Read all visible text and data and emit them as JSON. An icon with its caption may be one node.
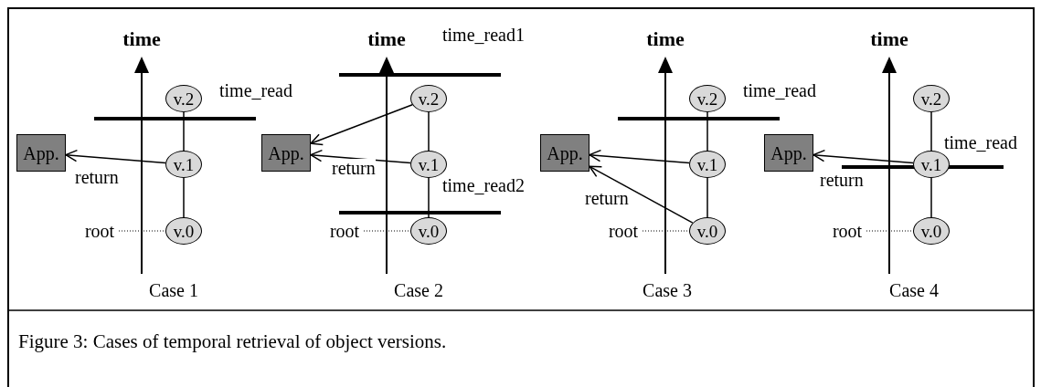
{
  "diagram": {
    "caption": "Figure 3: Cases of temporal retrieval of object versions.",
    "nodes": [
      {
        "text": [
          "App."
        ]
      },
      {
        "text": [
          "v.2"
        ]
      },
      {
        "text": [
          "v.1"
        ]
      },
      {
        "text": [
          "v.0"
        ]
      },
      {
        "text": [
          "root"
        ]
      },
      {
        "text": [
          "App."
        ]
      },
      {
        "text": [
          "v.2"
        ]
      },
      {
        "text": [
          "v.1"
        ]
      },
      {
        "text": [
          "v.0"
        ]
      },
      {
        "text": [
          "root"
        ]
      },
      {
        "text": [
          "App."
        ]
      },
      {
        "text": [
          "v.2"
        ]
      },
      {
        "text": [
          "v.1"
        ]
      },
      {
        "text": [
          "v.0"
        ]
      },
      {
        "text": [
          "root"
        ]
      },
      {
        "text": [
          "App."
        ]
      },
      {
        "text": [
          "v.2"
        ]
      },
      {
        "text": [
          "v.1"
        ]
      },
      {
        "text": [
          "v.0"
        ]
      },
      {
        "text": [
          "root"
        ]
      }
    ],
    "edges": [
      {
        "from": 3,
        "to": 2,
        "arrow": "none"
      },
      {
        "from": 2,
        "to": 1,
        "arrow": "none"
      },
      {
        "from": 2,
        "to": 0,
        "arrow": "to",
        "label": "return"
      },
      {
        "from": 4,
        "to": 3,
        "arrow": "none",
        "style": "dashed"
      },
      {
        "from": 8,
        "to": 7,
        "arrow": "none"
      },
      {
        "from": 7,
        "to": 6,
        "arrow": "none"
      },
      {
        "from": 6,
        "to": 5,
        "arrow": "to"
      },
      {
        "from": 7,
        "to": 5,
        "arrow": "to",
        "label": "return"
      },
      {
        "from": 9,
        "to": 8,
        "arrow": "none",
        "style": "dashed"
      },
      {
        "from": 13,
        "to": 12,
        "arrow": "none"
      },
      {
        "from": 12,
        "to": 11,
        "arrow": "none"
      },
      {
        "from": 12,
        "to": 10,
        "arrow": "to"
      },
      {
        "from": 13,
        "to": 10,
        "arrow": "to",
        "label": "return"
      },
      {
        "from": 14,
        "to": 13,
        "arrow": "none",
        "style": "dashed"
      },
      {
        "from": 18,
        "to": 17,
        "arrow": "none"
      },
      {
        "from": 17,
        "to": 16,
        "arrow": "none"
      },
      {
        "from": 17,
        "to": 15,
        "arrow": "to",
        "label": "return"
      },
      {
        "from": 19,
        "to": 18,
        "arrow": "none",
        "style": "dashed"
      }
    ],
    "labels": [
      "time",
      "time_read",
      "Case 1",
      "time",
      "time_read1",
      "time_read2",
      "Case 2",
      "time",
      "time_read",
      "Case 3",
      "time",
      "time_read",
      "Case 4"
    ]
  }
}
